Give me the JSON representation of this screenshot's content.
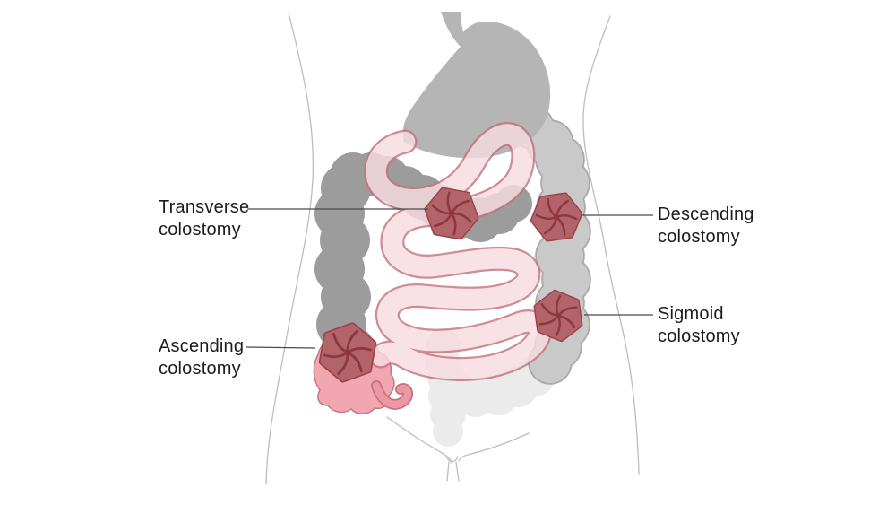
{
  "diagram": {
    "subject": "colostomy-locations-on-digestive-tract",
    "organs": [
      "torso-outline",
      "stomach",
      "small-intestine",
      "ascending-colon",
      "transverse-colon",
      "descending-colon",
      "sigmoid-colon",
      "rectum",
      "cecum",
      "appendix"
    ]
  },
  "labels": {
    "transverse": "Transverse\ncolostomy",
    "ascending": "Ascending\ncolostomy",
    "descending": "Descending\ncolostomy",
    "sigmoid": "Sigmoid\ncolostomy"
  },
  "colors": {
    "background": "#ffffff",
    "stoma_fill": "#b2646a",
    "stoma_rim": "#9a4248",
    "stoma_swirl": "#8e373d",
    "stomach_gray": "#b5b5b5",
    "colon_dark_gray": "#9c9c9c",
    "colon_light_gray": "#c9c9c9",
    "colon_light_outline": "#a9a9a9",
    "rectum_gray": "#ebebeb",
    "intestine_pink": "#f8dce1",
    "intestine_outline": "#c4737e",
    "cecum_pink": "#f1a6b0",
    "appendix_pink": "#ee96a2",
    "body_line": "#bdbdbd",
    "leader_line": "#4a4a4a",
    "label_text": "#1c1c1c"
  }
}
